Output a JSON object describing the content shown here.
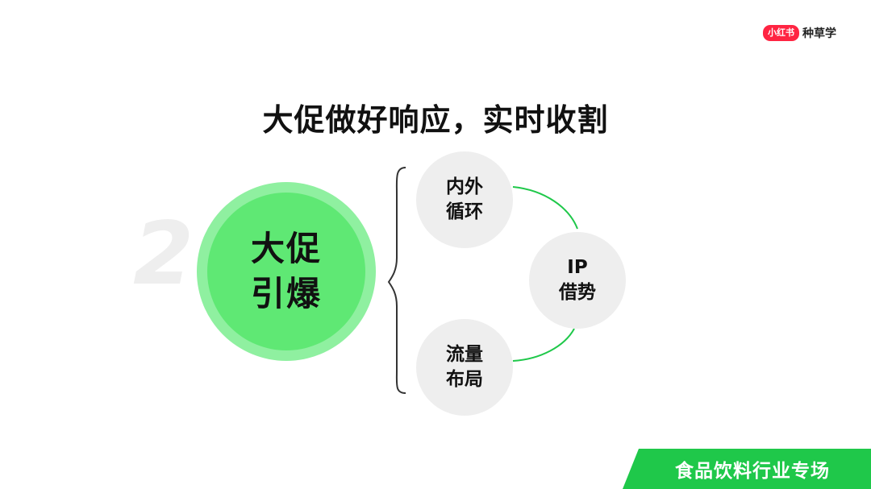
{
  "brand": {
    "badge": "小红书",
    "name": "种草学"
  },
  "title": "大促做好响应，实时收割",
  "step_number": "2",
  "center": {
    "line1": "大促",
    "line2": "引爆"
  },
  "nodes": [
    {
      "line1": "内外",
      "line2": "循环"
    },
    {
      "line1": "IP",
      "line2": "借势"
    },
    {
      "line1": "流量",
      "line2": "布局"
    }
  ],
  "footer": "食品饮料行业专场",
  "colors": {
    "accent": "#1fc84a",
    "circle_outer": "#8ff0a0",
    "circle_inner": "#5fe874",
    "brand_red": "#ff2442",
    "node_bg": "#eeeeee"
  }
}
